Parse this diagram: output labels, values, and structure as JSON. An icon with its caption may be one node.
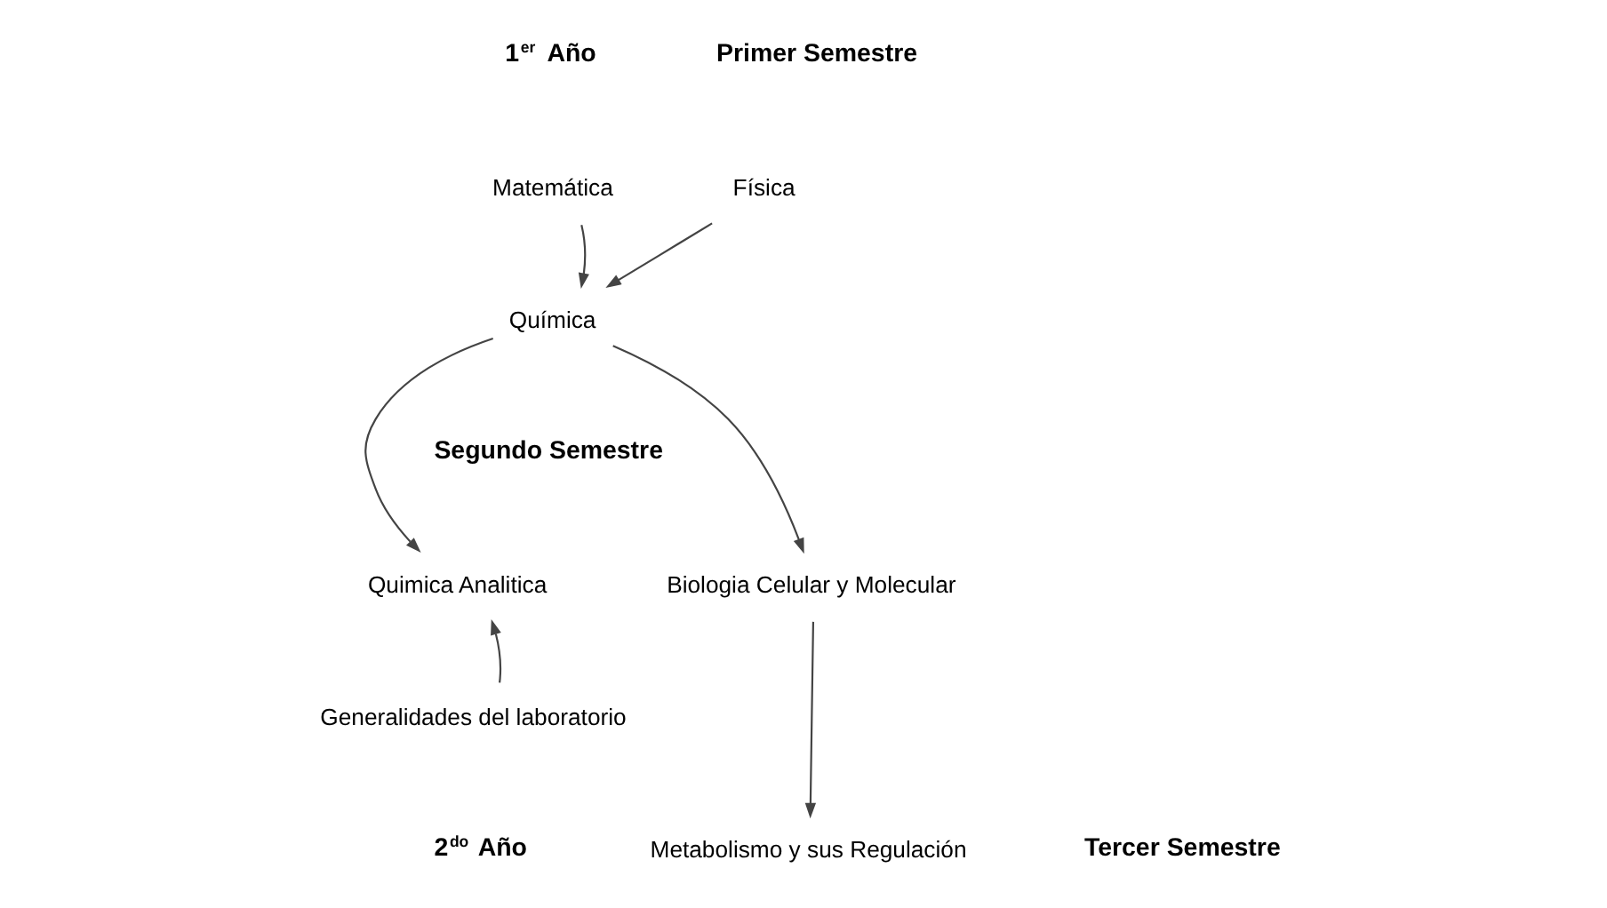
{
  "diagram": {
    "nodes": [
      {
        "text": [
          "Matemática"
        ]
      },
      {
        "text": [
          "Física"
        ]
      },
      {
        "text": [
          "Química"
        ]
      },
      {
        "text": [
          "Quimica Analitica"
        ]
      },
      {
        "text": [
          "Biologia Celular y Molecular"
        ]
      },
      {
        "text": [
          "Generalidades del laboratorio"
        ]
      },
      {
        "text": [
          "Metabolismo y sus Regulación"
        ]
      }
    ],
    "edges": [
      {
        "from": 0,
        "to": 2,
        "arrow": "to"
      },
      {
        "from": 1,
        "to": 2,
        "arrow": "to"
      },
      {
        "from": 2,
        "to": 3,
        "arrow": "to"
      },
      {
        "from": 2,
        "to": 4,
        "arrow": "to"
      },
      {
        "from": 5,
        "to": 3,
        "arrow": "to"
      },
      {
        "from": 4,
        "to": 6,
        "arrow": "to"
      }
    ],
    "labels": [
      "1$^{er}$ Año",
      "Primer Semestre",
      "Segundo Semestre",
      "2$^{do}$ Año",
      "Tercer Semestre"
    ]
  }
}
